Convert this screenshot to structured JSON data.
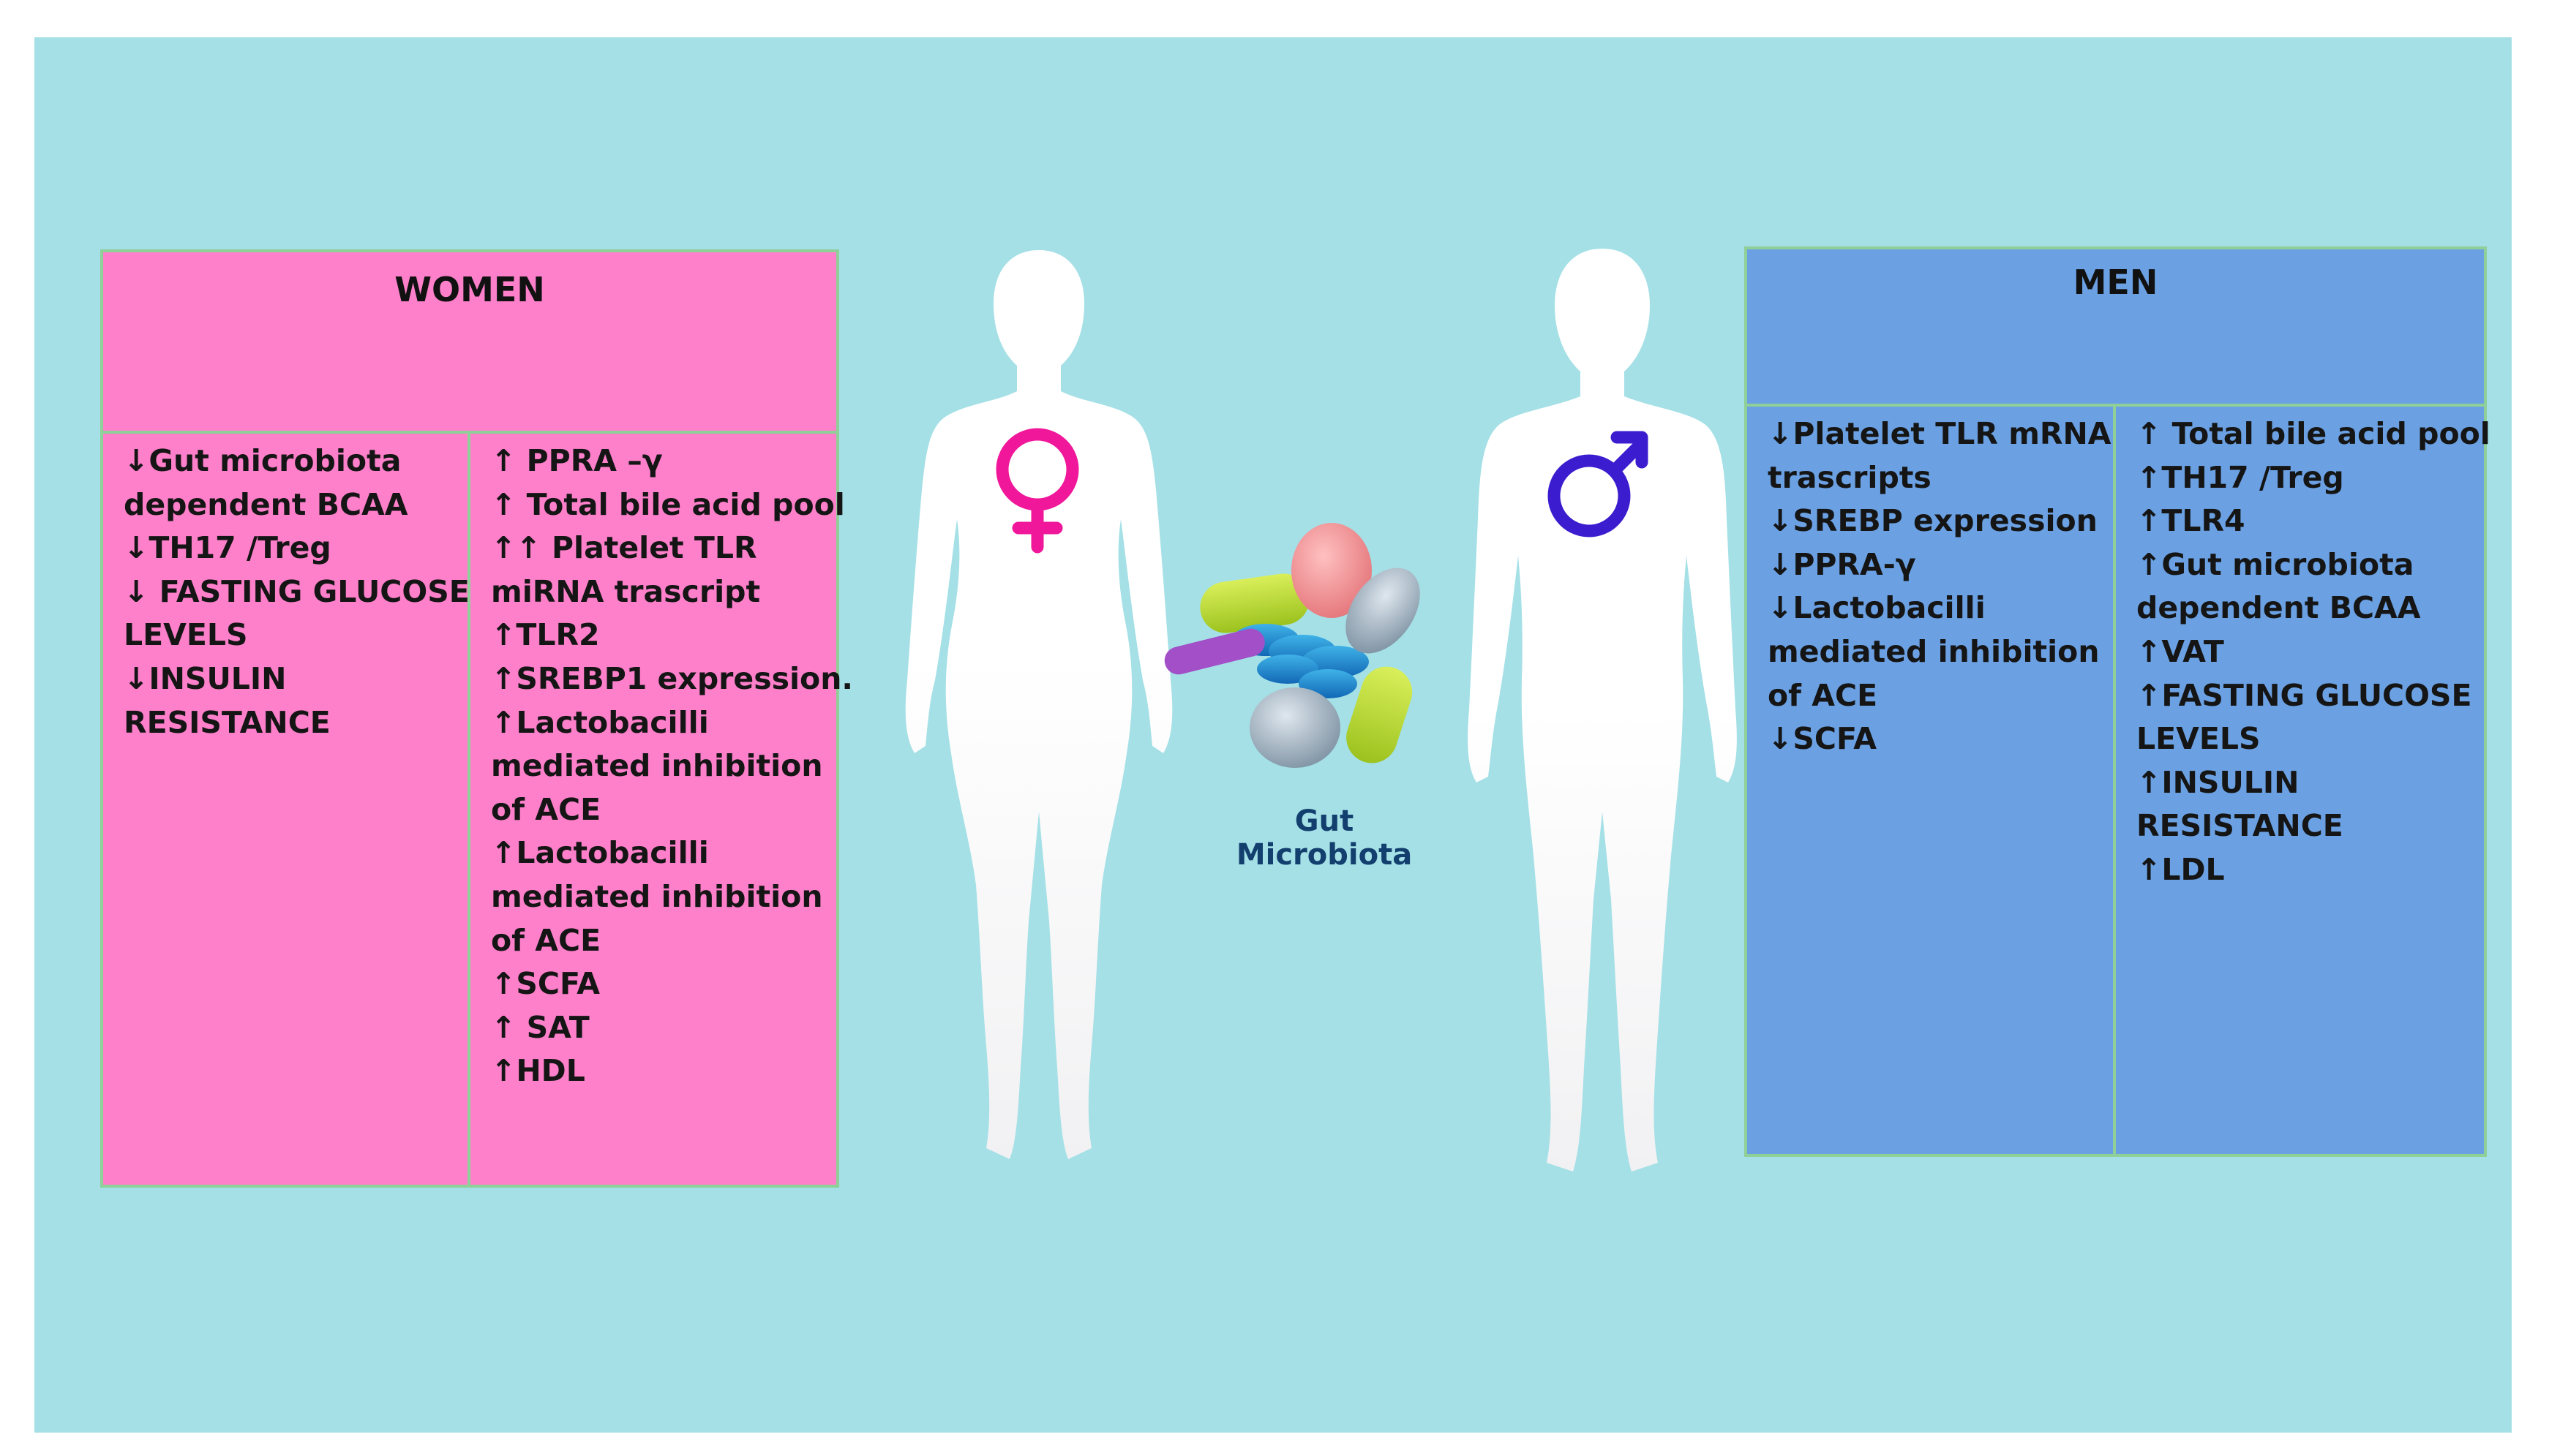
{
  "women": {
    "title": "WOMEN",
    "left_items": [
      "↓Gut microbiota",
      "dependent BCAA",
      "↓TH17 /Treg",
      "↓ FASTING GLUCOSE",
      "LEVELS",
      "↓INSULIN",
      "RESISTANCE"
    ],
    "right_items": [
      "↑ PPRA –γ",
      "↑ Total bile acid pool",
      "↑↑ Platelet TLR",
      "miRNA trascript",
      "↑TLR2",
      "↑SREBP1 expression.",
      "↑Lactobacilli",
      "mediated inhibition",
      "of ACE",
      "↑Lactobacilli",
      "mediated inhibition",
      "of ACE",
      "↑SCFA",
      "↑ SAT",
      "↑HDL"
    ]
  },
  "men": {
    "title": "MEN",
    "left_items": [
      "↓Platelet TLR mRNA",
      "trascripts",
      "↓SREBP expression",
      "↓PPRA-γ",
      "↓Lactobacilli",
      "mediated inhibition",
      "of ACE",
      "↓SCFA"
    ],
    "right_items": [
      "↑ Total bile acid pool",
      "↑TH17 /Treg",
      "↑TLR4",
      "↑Gut microbiota",
      "dependent BCAA",
      "↑VAT",
      "↑FASTING GLUCOSE",
      "LEVELS",
      "↑INSULIN",
      "RESISTANCE",
      "↑LDL"
    ]
  },
  "center": {
    "gut_label": "Gut Microbiota",
    "female_symbol": "female-symbol",
    "male_symbol": "male-symbol"
  },
  "colors": {
    "background": "#a4e0e6",
    "women_panel": "#fe80cb",
    "men_panel": "#6ba1e3",
    "female_symbol": "#f0179a",
    "male_symbol": "#3b1ccf"
  }
}
